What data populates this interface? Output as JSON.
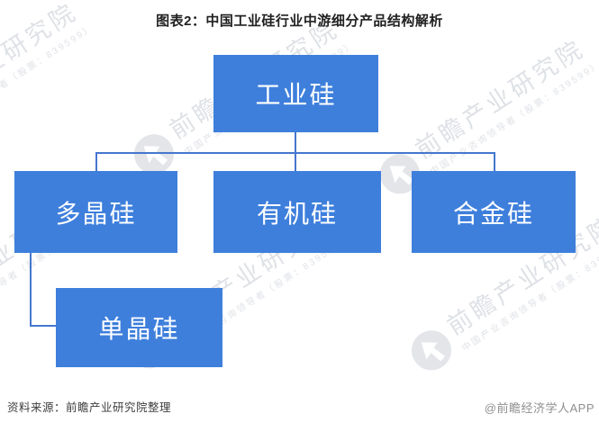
{
  "title": "图表2：中国工业硅行业中游细分产品结构解析",
  "nodes": {
    "root": "工业硅",
    "level2": [
      "多晶硅",
      "有机硅",
      "合金硅"
    ],
    "level3": "单晶硅"
  },
  "hierarchy": {
    "type": "org-tree",
    "root": "工业硅",
    "children_of_root": [
      "多晶硅",
      "有机硅",
      "合金硅"
    ],
    "child_of_duojinggui": "单晶硅"
  },
  "footer": {
    "source": "资料来源：前瞻产业研究院整理",
    "credit": "@前瞻经济学人APP"
  },
  "watermark": {
    "main": "前瞻产业研究院",
    "sub": "中国产业咨询领导者（股票：839599）",
    "positions": [
      [
        -150,
        145
      ],
      [
        140,
        164
      ],
      [
        413,
        186
      ],
      [
        -140,
        358
      ],
      [
        135,
        380
      ],
      [
        448,
        382
      ]
    ]
  },
  "colors": {
    "box": "#3E7FDC",
    "line": "#4577CE",
    "title_text": "#212121",
    "source_text": "#3d3d3d",
    "credit_text": "#8f8f8f"
  }
}
